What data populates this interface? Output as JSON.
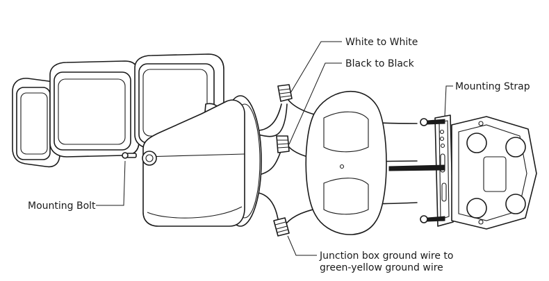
{
  "labels": {
    "white_to_white": "White to White",
    "black_to_black": "Black to Black",
    "mounting_strap": "Mounting Strap",
    "mounting_bolt": "Mounting Bolt",
    "ground_line1": "Junction box ground wire to",
    "ground_line2": "green-yellow ground wire"
  },
  "icons": [
    "light-head-icon",
    "wire-nut-icon",
    "canopy-plate-icon",
    "junction-box-icon",
    "mounting-strap-icon",
    "screw-icon"
  ],
  "colors": {
    "line": "#1a1a1a",
    "background": "#ffffff"
  }
}
